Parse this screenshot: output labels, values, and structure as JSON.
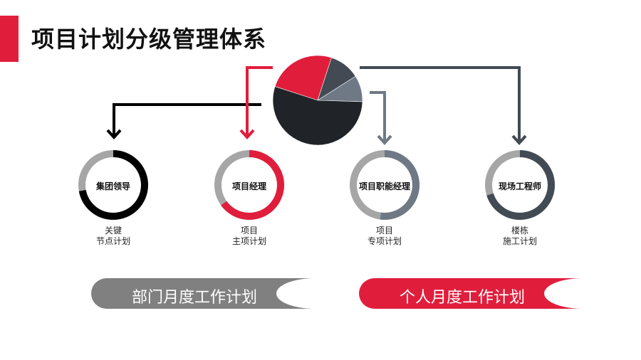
{
  "title": "项目计划分级管理体系",
  "colors": {
    "red": "#e01e3c",
    "black": "#000000",
    "dark": "#424a54",
    "slate": "#6f7985",
    "gray": "#a6a6a6",
    "pie_black": "#202428",
    "pill_gray": "#808080"
  },
  "pie": [
    {
      "name": "red",
      "percent": 25,
      "color": "#e01e3c"
    },
    {
      "name": "dark",
      "percent": 11,
      "color": "#434a54"
    },
    {
      "name": "slate",
      "percent": 9.5,
      "color": "#6f7985"
    },
    {
      "name": "black",
      "percent": 54.5,
      "color": "#202428"
    }
  ],
  "nodes": [
    {
      "label": "集团领导",
      "sub1": "关键",
      "sub2": "节点计划",
      "fill": 0.72,
      "color": "#000000"
    },
    {
      "label": "项目经理",
      "sub1": "项目",
      "sub2": "主项计划",
      "fill": 0.65,
      "color": "#e01e3c"
    },
    {
      "label": "项目职能经理",
      "sub1": "项目",
      "sub2": "专项计划",
      "fill": 0.52,
      "color": "#6f7985"
    },
    {
      "label": "现场工程师",
      "sub1": "楼栋",
      "sub2": "施工计划",
      "fill": 0.7,
      "color": "#424a54"
    }
  ],
  "pills": [
    {
      "label": "部门月度工作计划",
      "color": "#808080"
    },
    {
      "label": "个人月度工作计划",
      "color": "#e01e3c"
    }
  ]
}
